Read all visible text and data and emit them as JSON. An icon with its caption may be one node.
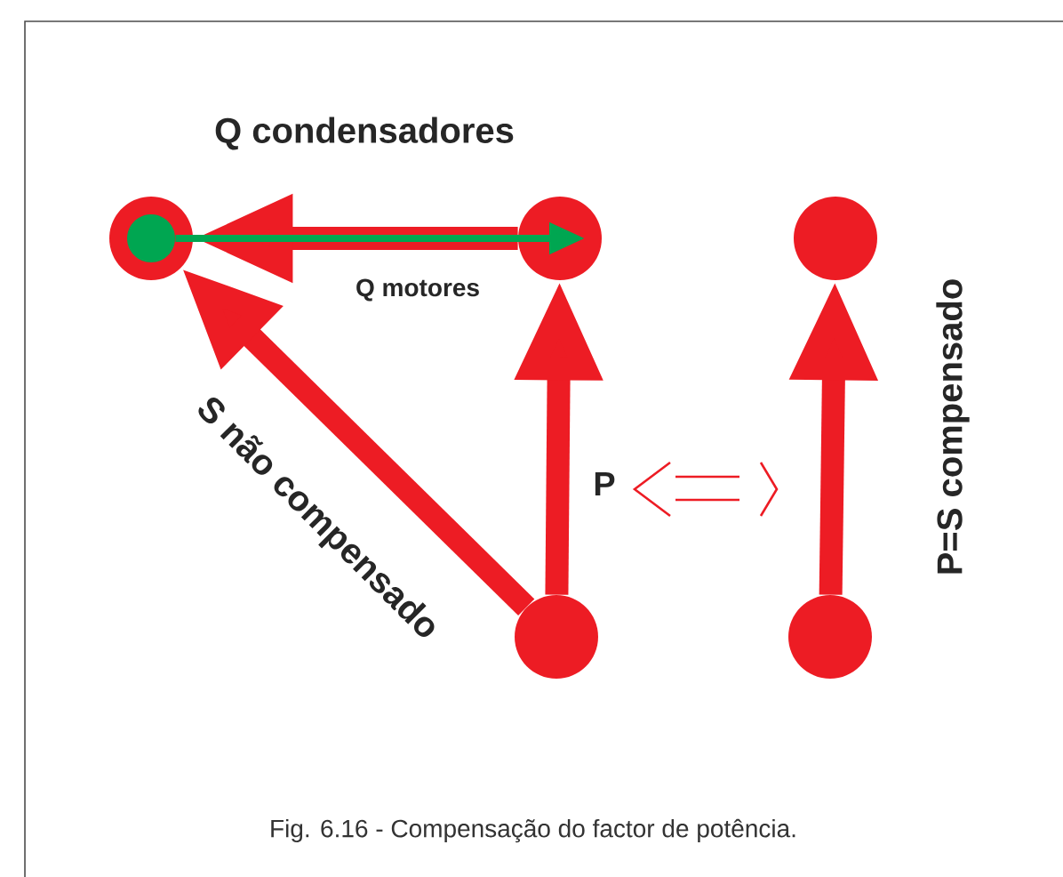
{
  "diagram": {
    "caption": "Fig. 6.16 - Compensação do factor de potência.",
    "nodes": [
      {
        "text": [],
        "shape": "circle"
      },
      {
        "text": [],
        "shape": "circle",
        "in": 0
      },
      {
        "text": [],
        "shape": "circle"
      },
      {
        "text": [],
        "shape": "circle"
      },
      {
        "text": [],
        "shape": "circle"
      },
      {
        "text": [],
        "shape": "circle"
      }
    ],
    "edges": [
      {
        "from": 2,
        "to": 0,
        "arrow": "to"
      },
      {
        "from": 1,
        "to": 2,
        "arrow": "to",
        "label": "Q motores",
        "color": "#00a651"
      },
      {
        "from": 3,
        "to": 2,
        "arrow": "to",
        "label": "P"
      },
      {
        "from": 3,
        "to": 0,
        "arrow": "to",
        "label": "S não compensado"
      },
      {
        "from": 5,
        "to": 4,
        "arrow": "to",
        "label": "P=S compensado"
      }
    ],
    "labels": [
      "Q condensadores"
    ]
  }
}
